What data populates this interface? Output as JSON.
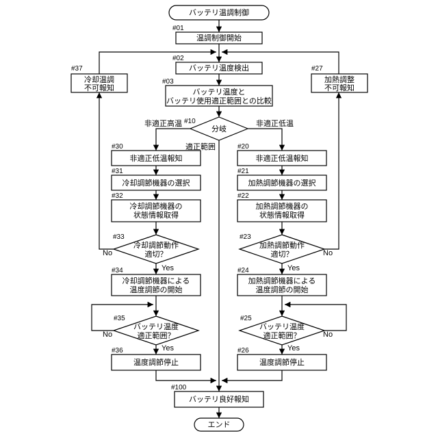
{
  "nodes": {
    "start": {
      "lines": [
        "バッテリ温調制御"
      ]
    },
    "s01": {
      "id": "#01",
      "lines": [
        "温調制御開始"
      ]
    },
    "s02": {
      "id": "#02",
      "lines": [
        "バッテリ温度検出"
      ]
    },
    "s03": {
      "id": "#03",
      "lines": [
        "バッテリ温度と",
        "バッテリ使用適正範囲との比較"
      ]
    },
    "s10": {
      "id": "#10",
      "lines": [
        "分岐"
      ]
    },
    "s37": {
      "id": "#37",
      "lines": [
        "冷却温調",
        "不可報知"
      ]
    },
    "s27": {
      "id": "#27",
      "lines": [
        "加熱調整",
        "不可報知"
      ]
    },
    "s30": {
      "id": "#30",
      "lines": [
        "非適正低温報知"
      ]
    },
    "s31": {
      "id": "#31",
      "lines": [
        "冷却調節機器の選択"
      ]
    },
    "s32": {
      "id": "#32",
      "lines": [
        "冷却調節機器の",
        "状態情報取得"
      ]
    },
    "s33": {
      "id": "#33",
      "lines": [
        "冷却調節動作",
        "適切？"
      ]
    },
    "s34": {
      "id": "#34",
      "lines": [
        "冷却調節機器による",
        "温度調節の開始"
      ]
    },
    "s35": {
      "id": "#35",
      "lines": [
        "バッテリ温度",
        "適正範囲？"
      ]
    },
    "s36": {
      "id": "#36",
      "lines": [
        "温度調節停止"
      ]
    },
    "s20": {
      "id": "#20",
      "lines": [
        "非適正低温報知"
      ]
    },
    "s21": {
      "id": "#21",
      "lines": [
        "加熱調節機器の選択"
      ]
    },
    "s22": {
      "id": "#22",
      "lines": [
        "加熱調節機器の",
        "状態情報取得"
      ]
    },
    "s23": {
      "id": "#23",
      "lines": [
        "加熱調節動作",
        "適切？"
      ]
    },
    "s24": {
      "id": "#24",
      "lines": [
        "加熱調節機器による",
        "温度調節の開始"
      ]
    },
    "s25": {
      "id": "#25",
      "lines": [
        "バッテリ温度",
        "適正範囲？"
      ]
    },
    "s26": {
      "id": "#26",
      "lines": [
        "温度調節停止"
      ]
    },
    "s100": {
      "id": "#100",
      "lines": [
        "バッテリ良好報知"
      ]
    },
    "end": {
      "lines": [
        "エンド"
      ]
    }
  },
  "edge_labels": {
    "high": "非適正高温",
    "low": "非適正低温",
    "proper": "適正範囲",
    "yes": "Yes",
    "no": "No"
  }
}
